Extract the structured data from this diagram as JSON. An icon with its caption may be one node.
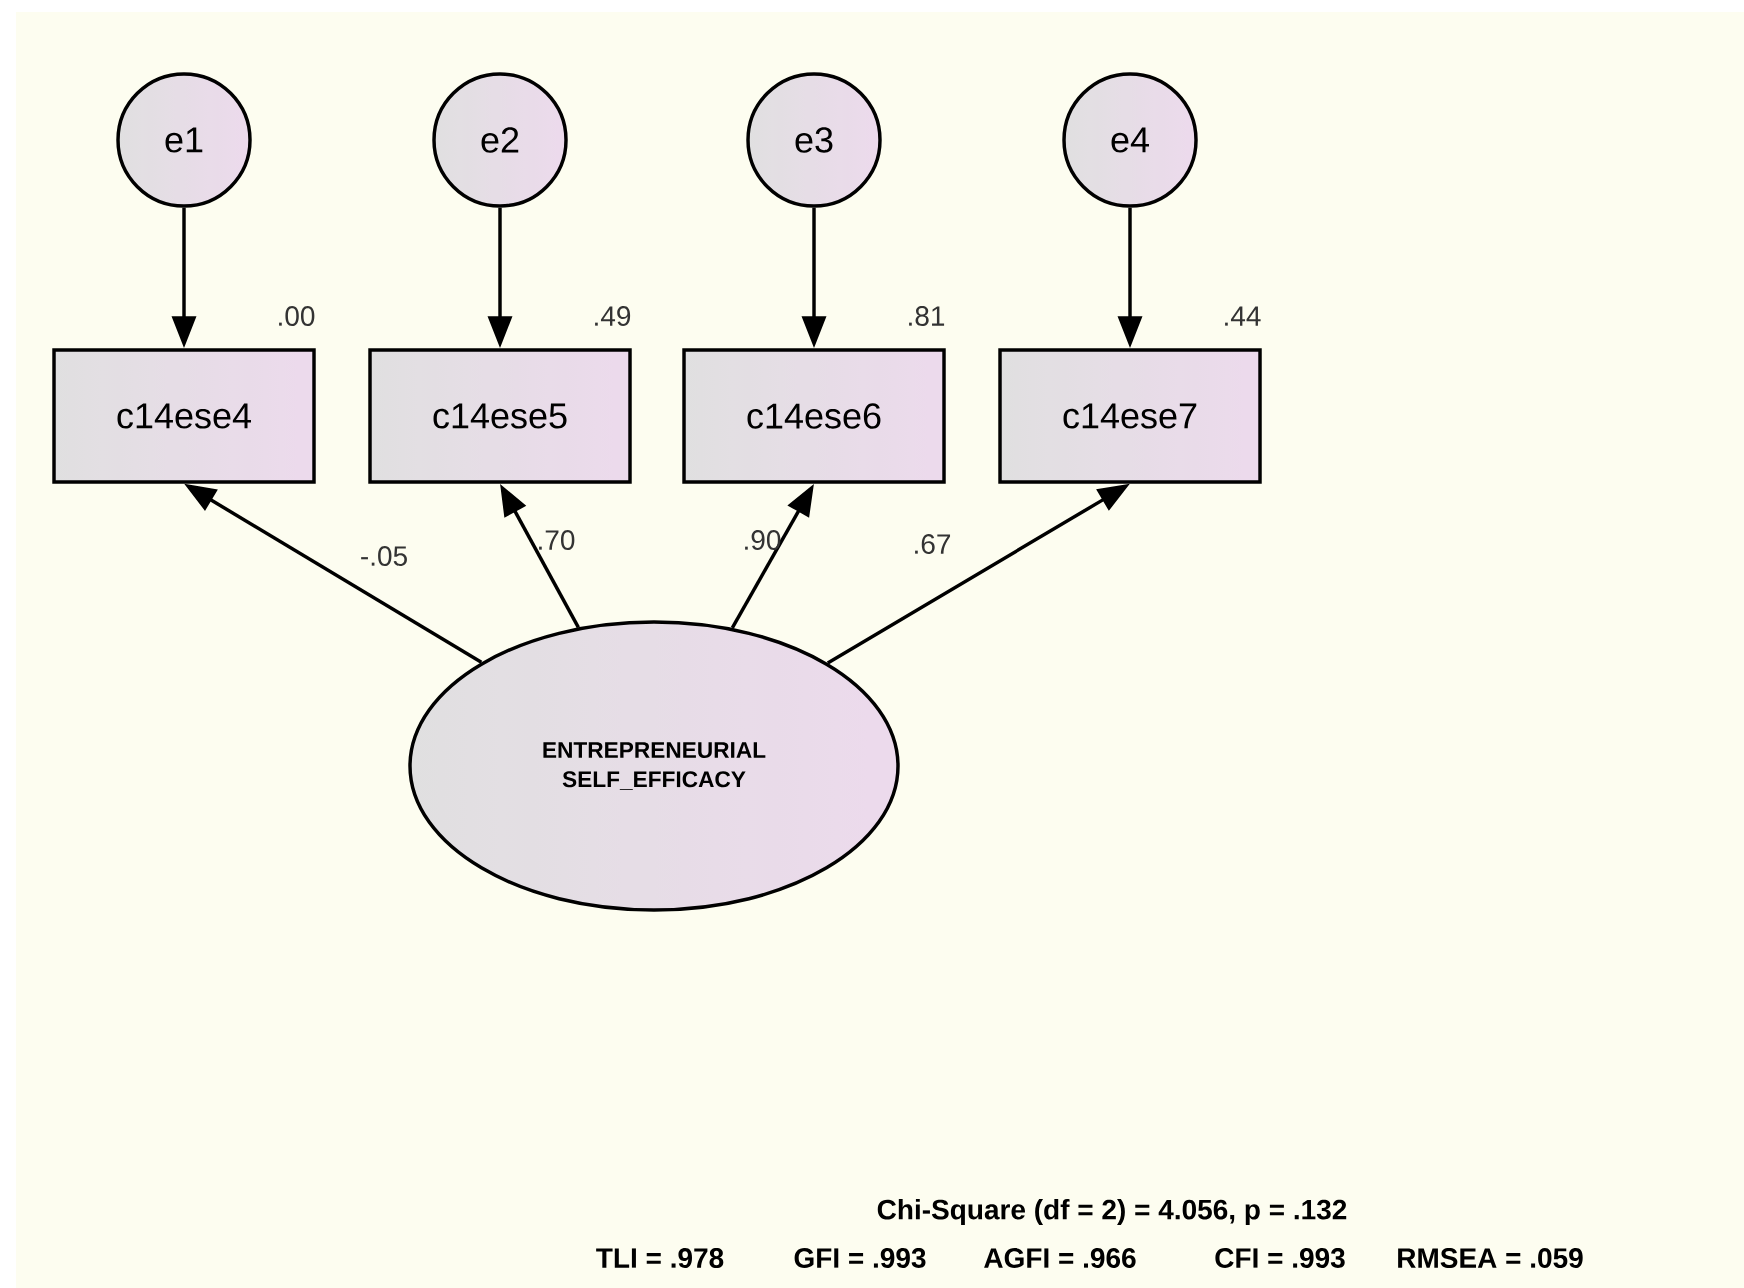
{
  "diagram": {
    "nodes": [
      {
        "text": [
          "e1"
        ]
      },
      {
        "text": [
          "e2"
        ]
      },
      {
        "text": [
          "e3"
        ]
      },
      {
        "text": [
          "e4"
        ]
      },
      {
        "text": [
          "c14ese4"
        ],
        "beside": [
          ".00"
        ]
      },
      {
        "text": [
          "c14ese5"
        ],
        "beside": [
          ".49"
        ]
      },
      {
        "text": [
          "c14ese6"
        ],
        "beside": [
          ".81"
        ]
      },
      {
        "text": [
          "c14ese7"
        ],
        "beside": [
          ".44"
        ]
      },
      {
        "text": [
          "ENTREPRENEURIAL SELF_EFFICACY"
        ]
      }
    ],
    "edges": [
      {
        "from": 0,
        "to": 4,
        "arrow": "to"
      },
      {
        "from": 1,
        "to": 5,
        "arrow": "to"
      },
      {
        "from": 2,
        "to": 6,
        "arrow": "to"
      },
      {
        "from": 3,
        "to": 7,
        "arrow": "to"
      },
      {
        "from": 8,
        "to": 4,
        "arrow": "to",
        "label": "-.05"
      },
      {
        "from": 8,
        "to": 5,
        "arrow": "to",
        "label": ".70"
      },
      {
        "from": 8,
        "to": 6,
        "arrow": "to",
        "label": ".90"
      },
      {
        "from": 8,
        "to": 7,
        "arrow": "to",
        "label": ".67"
      }
    ],
    "labels": [
      "Chi-Square (df = 2) = 4.056, p = .132",
      "TLI = .978",
      "GFI = .993",
      "AGFI = .966",
      "CFI = .993",
      "RMSEA = .059"
    ]
  }
}
